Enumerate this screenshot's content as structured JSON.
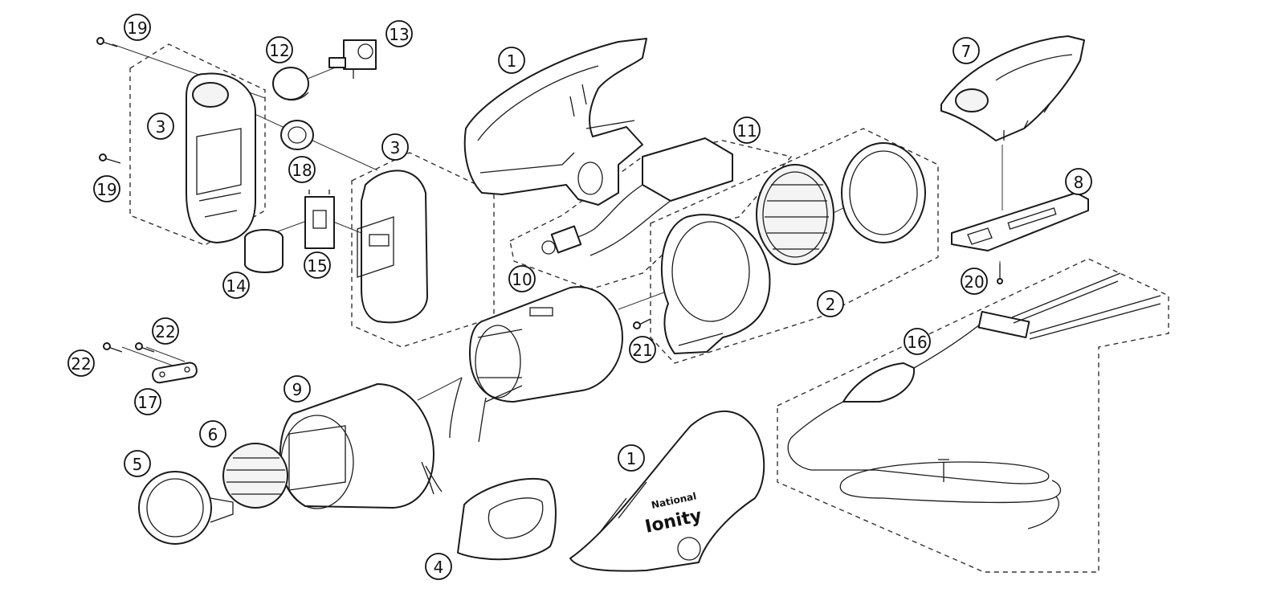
{
  "callouts": [
    "1",
    "2",
    "3",
    "4",
    "5",
    "6",
    "7",
    "8",
    "9",
    "10",
    "11",
    "12",
    "13",
    "14",
    "15",
    "16",
    "17",
    "18",
    "19",
    "20",
    "21",
    "22"
  ],
  "brand": {
    "maker": "National",
    "model": "Ionity"
  },
  "colors": {
    "line": "#1a1a1a",
    "background": "#ffffff"
  }
}
